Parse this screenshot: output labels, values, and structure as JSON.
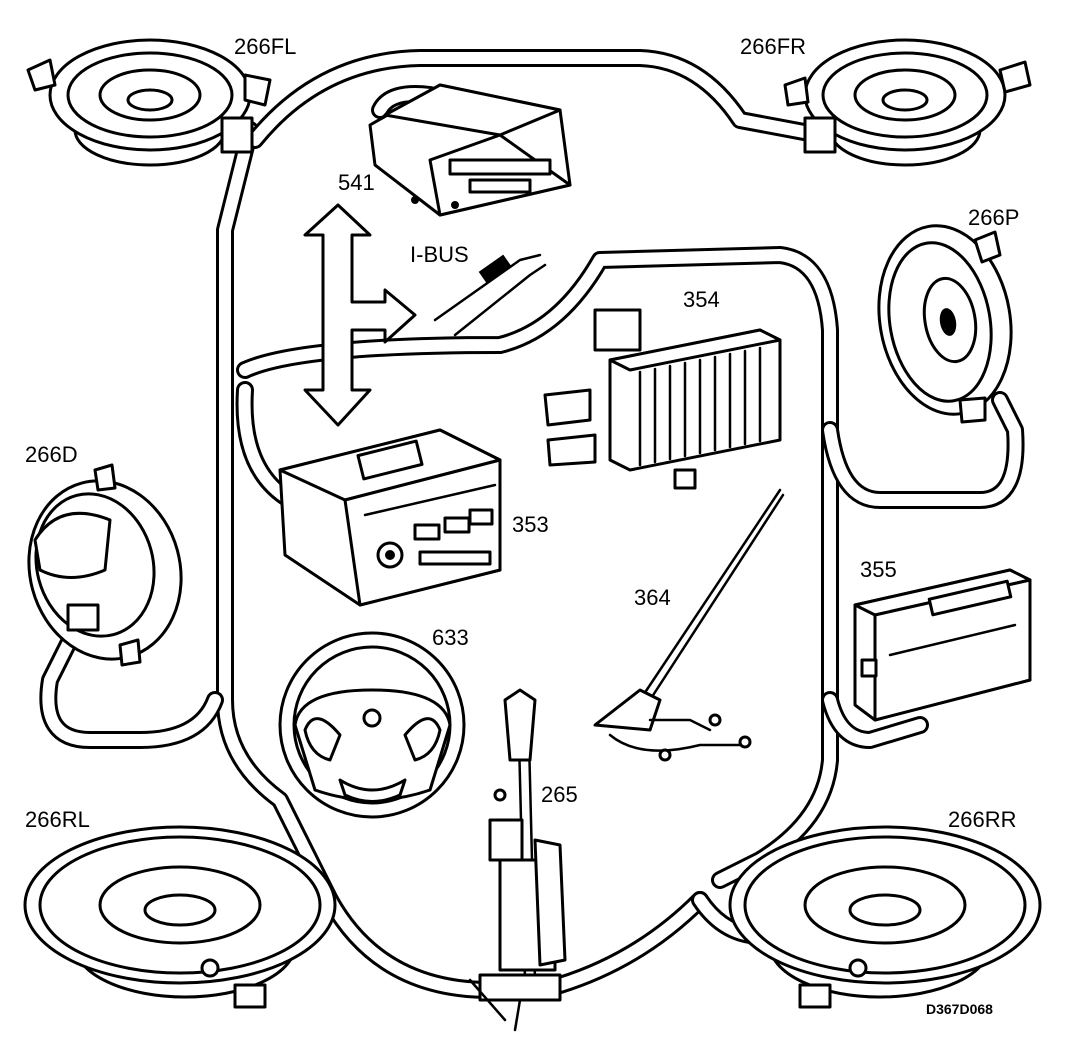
{
  "labels": {
    "speaker_front_left": "266FL",
    "speaker_front_right": "266FR",
    "speaker_p": "266P",
    "speaker_d": "266D",
    "speaker_rear_left": "266RL",
    "speaker_rear_right": "266RR",
    "display_unit": "541",
    "bus": "I-BUS",
    "amplifier": "354",
    "radio_unit": "353",
    "cd_changer": "355",
    "antenna": "364",
    "steering_wheel": "633",
    "power_antenna": "265"
  },
  "drawing_code": "D367D068",
  "colors": {
    "ink": "#000000",
    "paper": "#ffffff"
  }
}
